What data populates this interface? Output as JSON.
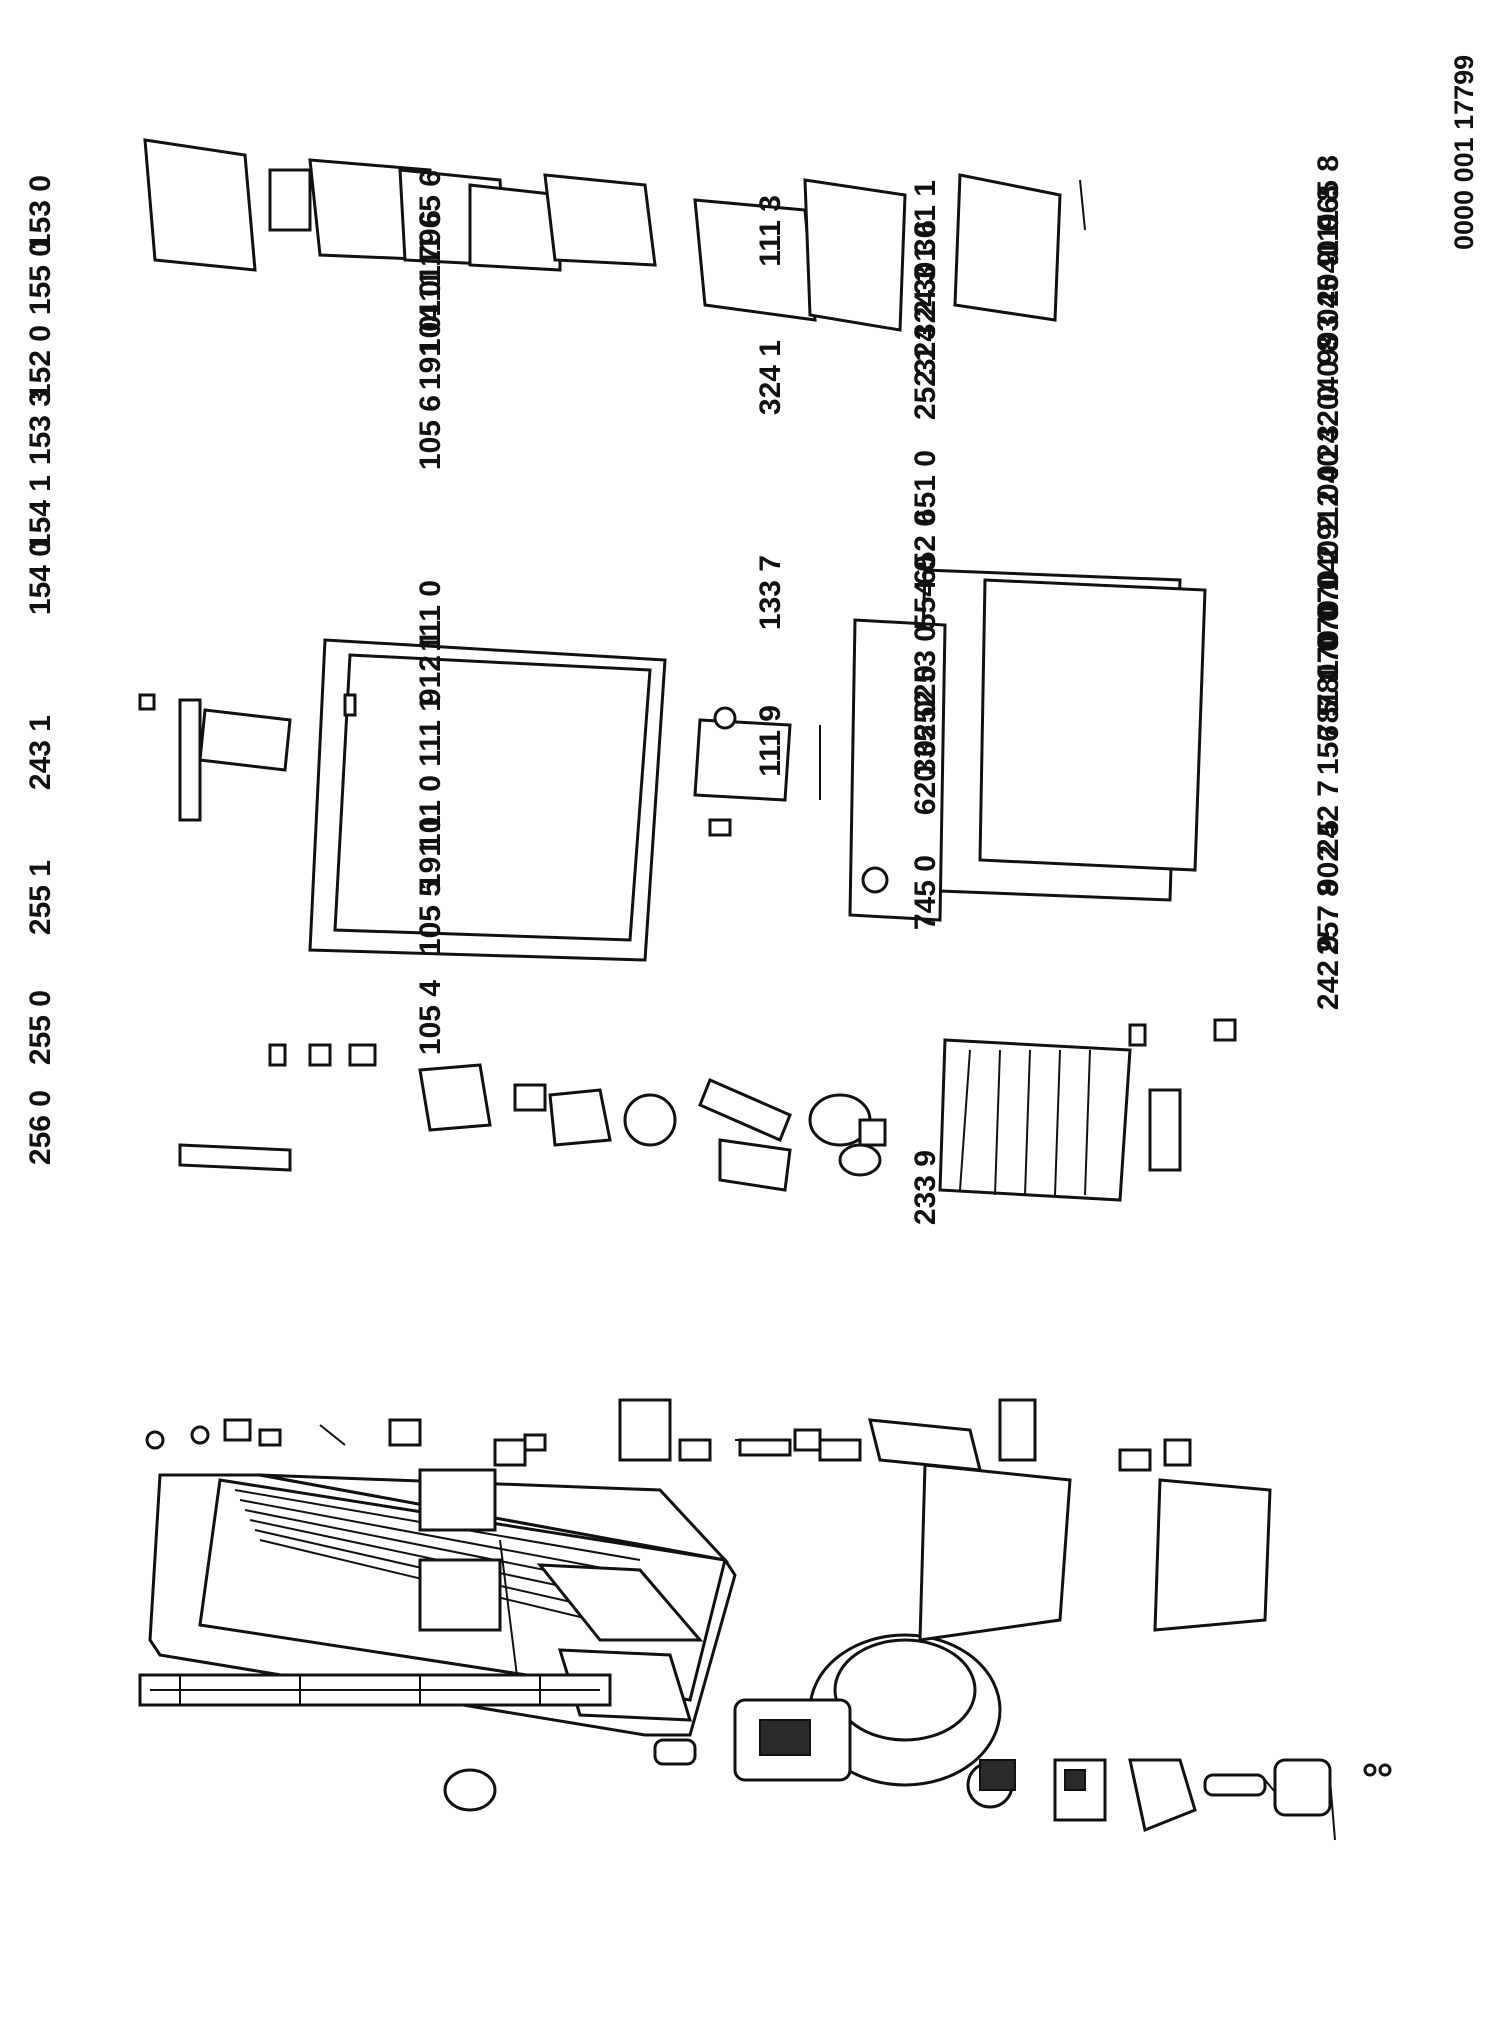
{
  "document_number": "0000 001 17799",
  "colors": {
    "ink": "#111111",
    "paper": "#ffffff"
  },
  "columns": [
    {
      "name": "cabinet-and-electrics",
      "labels_bottom": [
        "740 3",
        "740 0",
        "781 7",
        "764 2",
        "402 1",
        "402 0",
        "614 0",
        "561 2",
        "491 0",
        "566 0",
        "420 0"
      ],
      "labels_top": [
        "965 8",
        "111 8",
        "040 0",
        "045 9",
        "993 2",
        "040 8",
        "242 0",
        "040 3",
        "912 0",
        "040 2",
        "070 2",
        "070 1",
        "070 0",
        "781 0",
        "781 1",
        "156 5",
        "242 7",
        "902 5",
        "257 8",
        "242 9"
      ],
      "labels_misc": [
        "011 0",
        "257 7"
      ]
    },
    {
      "name": "freezer-components",
      "labels_top": [
        "301 1",
        "301 6",
        "324 3",
        "324 2",
        "252 1",
        "651 0",
        "652 0",
        "554 0",
        "253 0",
        "252 0",
        "335 0",
        "620 0",
        "745 0",
        "233 9"
      ]
    },
    {
      "name": "doors",
      "labels_top": [
        "965 6",
        "111 6",
        "111 7",
        "104 0",
        "191 0",
        "105 6",
        "111 0",
        "912 1",
        "111 1",
        "101 0",
        "191 1",
        "105 5",
        "105 4"
      ],
      "labels_bottom": [
        "111 3",
        "324 1",
        "133 7",
        "111 9"
      ]
    },
    {
      "name": "shelves-and-balconies",
      "labels_top": [
        "153 0",
        "155 0",
        "152 0",
        "153 3",
        "154 1",
        "154 0",
        "243 1",
        "255 1",
        "255 0",
        "256 0"
      ]
    }
  ]
}
